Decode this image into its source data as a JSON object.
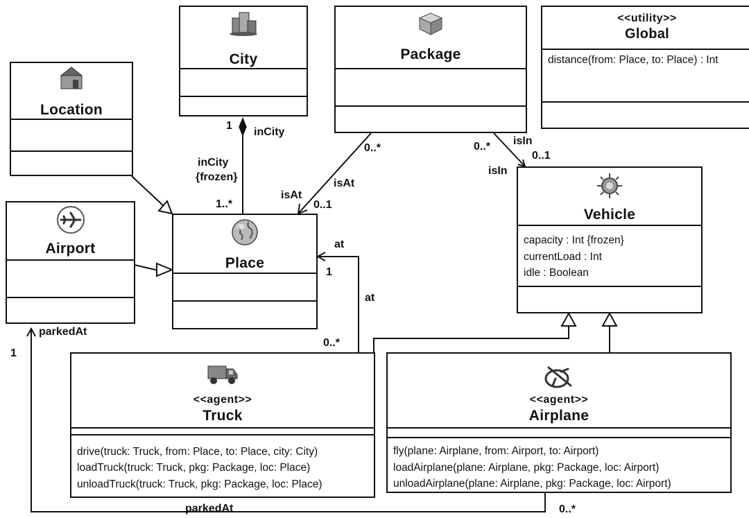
{
  "classes": {
    "city": {
      "name": "City",
      "icon": "city-icon"
    },
    "package": {
      "name": "Package",
      "icon": "package-icon"
    },
    "global": {
      "stereotype": "<<utility>>",
      "name": "Global",
      "operations": [
        "distance(from: Place, to: Place) : Int"
      ]
    },
    "location": {
      "name": "Location",
      "icon": "house-icon"
    },
    "airport": {
      "name": "Airport",
      "icon": "airplane-circle-icon"
    },
    "place": {
      "name": "Place",
      "icon": "globe-icon"
    },
    "vehicle": {
      "name": "Vehicle",
      "icon": "vehicle-gear-icon",
      "attributes": [
        "capacity : Int {frozen}",
        "currentLoad : Int",
        "idle : Boolean"
      ]
    },
    "truck": {
      "stereotype": "<<agent>>",
      "name": "Truck",
      "icon": "truck-icon",
      "operations": [
        "drive(truck: Truck, from: Place, to: Place, city: City)",
        "loadTruck(truck: Truck, pkg: Package, loc: Place)",
        "unloadTruck(truck: Truck, pkg: Package, loc: Place)"
      ]
    },
    "airplane": {
      "stereotype": "<<agent>>",
      "name": "Airplane",
      "icon": "airplane-swoosh-icon",
      "operations": [
        "fly(plane: Airplane, from: Airport, to: Airport)",
        "loadAirplane(plane: Airplane, pkg: Package, loc: Airport)",
        "unloadAirplane(plane: Airplane, pkg: Package, loc: Airport)"
      ]
    }
  },
  "edge_labels": {
    "city_place_mult_city": "1",
    "city_place_role_city": "inCity",
    "city_place_role_place_1": "inCity",
    "city_place_role_place_2": "{frozen}",
    "city_place_mult_place": "1..*",
    "package_place_mult_package": "0..*",
    "package_place_role_1": "isAt",
    "package_place_role_2": "isAt",
    "package_place_mult_place": "0..1",
    "package_vehicle_mult_package": "0..*",
    "package_vehicle_role_1": "isIn",
    "package_vehicle_mult_vehicle": "0..1",
    "package_vehicle_role_2": "isIn",
    "truck_place_role_1": "at",
    "truck_place_mult_place": "1",
    "truck_place_role_2": "at",
    "truck_place_mult_truck": "0..*",
    "airplane_airport_role_1": "parkedAt",
    "airplane_airport_mult_airport": "1",
    "airplane_airport_role_2": "parkedAt",
    "airplane_airport_mult_airplane": "0..*"
  },
  "colors": {
    "line": "#111111",
    "background": "#ffffff"
  }
}
